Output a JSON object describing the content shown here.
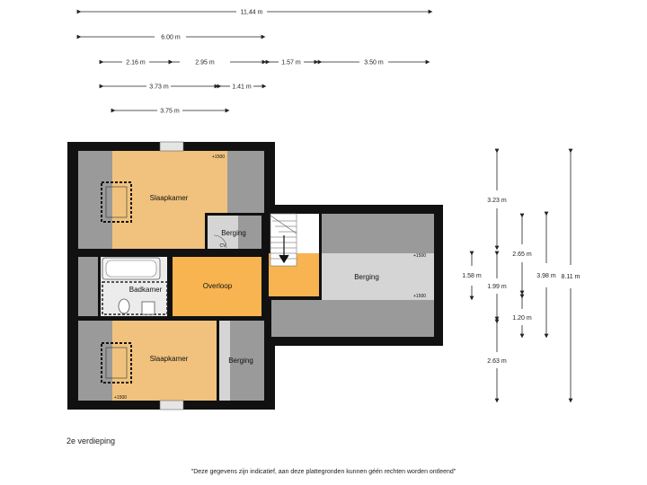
{
  "plan": {
    "floor_label": "2e verdieping",
    "disclaimer": "\"Deze gegevens zijn indicatief, aan deze plattegronden kunnen géén rechten worden ontleend\"",
    "rooms": {
      "slaapkamer_top": "Slaapkamer",
      "berging_small": "Berging",
      "cv": "CV",
      "badkamer": "Badkamer",
      "overloop": "Overloop",
      "berging_right": "Berging",
      "slaapkamer_bottom": "Slaapkamer",
      "berging_bottom": "Berging"
    },
    "level_marks": {
      "top_room": "+1500",
      "right_top": "+1500",
      "right_bottom": "+1500",
      "bottom_room": "+1500"
    },
    "dimensions": {
      "total_width": "11,44 m",
      "width_6": "6.00 m",
      "seg_216": "2.16 m",
      "seg_295": "2.95 m",
      "seg_157": "1.57 m",
      "seg_350": "3.50 m",
      "seg_373": "3.73 m",
      "seg_141": "1.41 m",
      "seg_375": "3.75 m",
      "v_323": "3.23 m",
      "v_265": "2.65 m",
      "v_398": "3.98 m",
      "v_811": "8.11 m",
      "v_158": "1.58 m",
      "v_199": "1.99 m",
      "v_120": "1.20 m",
      "v_263": "2.63 m"
    },
    "colors": {
      "wall": "#111111",
      "slaapkamer": "#f0c27d",
      "overloop": "#f7b450",
      "slope": "#9a9a9a",
      "berging": "#d5d5d5",
      "badkamer": "#ececec",
      "dim_line": "#222222"
    }
  }
}
